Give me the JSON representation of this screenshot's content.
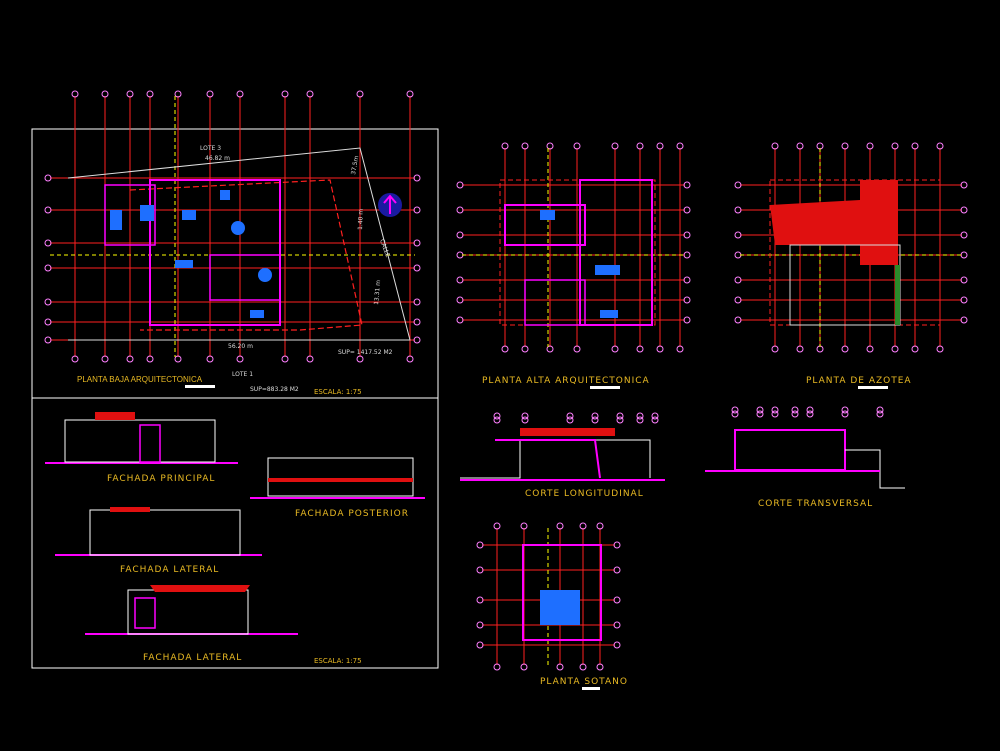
{
  "colors": {
    "background": "#000000",
    "walls": "#ff00ff",
    "grid": "#ff2020",
    "axis": "#ffff00",
    "furniture": "#1e6fff",
    "roof": "#e01010",
    "frame": "#ffffff",
    "label": "#e8b923"
  },
  "planta_baja": {
    "title": "PLANTA BAJA ARQUITECTONICA",
    "lote3": "LOTE 3",
    "lote1": "LOTE 1",
    "dim_top": "46.82 m",
    "dim_right1": "37.5m",
    "dim_right2": "1.40 m",
    "dim_right3": "13.31 m",
    "dim_bottom": "56.20 m",
    "street": "CALLE",
    "sup_total": "SUP= 1417.52 M2",
    "sup_lote": "SUP=883.28 M2",
    "scale": "ESCALA: 1:75",
    "north_icon": "north-arrow"
  },
  "fachadas": {
    "principal": "FACHADA PRINCIPAL",
    "posterior": "FACHADA POSTERIOR",
    "lateral1": "FACHADA LATERAL",
    "lateral2": "FACHADA LATERAL",
    "scale": "ESCALA: 1:75"
  },
  "planta_alta": {
    "title": "PLANTA ALTA ARQUITECTONICA"
  },
  "azotea": {
    "title": "PLANTA DE AZOTEA"
  },
  "corte_long": {
    "title": "CORTE LONGITUDINAL"
  },
  "corte_trans": {
    "title": "CORTE TRANSVERSAL"
  },
  "sotano": {
    "title": "PLANTA SOTANO"
  }
}
